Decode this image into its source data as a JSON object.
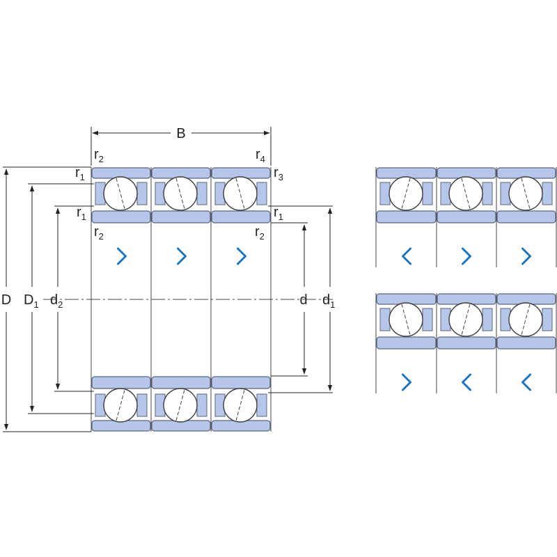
{
  "dimensions": {
    "B": "B",
    "D": "D",
    "D1": {
      "base": "D",
      "sub": "1"
    },
    "d2": {
      "base": "d",
      "sub": "2"
    },
    "d": "d",
    "d1": {
      "base": "d",
      "sub": "1"
    }
  },
  "radii": {
    "r2_top": {
      "base": "r",
      "sub": "2"
    },
    "r1_top": {
      "base": "r",
      "sub": "1"
    },
    "r1_inner_left": {
      "base": "r",
      "sub": "1"
    },
    "r2_inner_left": {
      "base": "r",
      "sub": "2"
    },
    "r4": {
      "base": "r",
      "sub": "4"
    },
    "r3": {
      "base": "r",
      "sub": "3"
    },
    "r1_inner_right": {
      "base": "r",
      "sub": "1"
    },
    "r2_inner_right": {
      "base": "r",
      "sub": "2"
    }
  },
  "main_set": {
    "direction_arrows": [
      ">",
      ">",
      ">"
    ]
  },
  "arrangement_top": {
    "direction_arrows": [
      "<",
      ">",
      ">"
    ]
  },
  "arrangement_bottom": {
    "direction_arrows": [
      ">",
      "<",
      "<"
    ]
  },
  "colors": {
    "ring_fill": "#b5c6ea",
    "arrow_blue": "#1a74c4",
    "line": "#222222"
  }
}
